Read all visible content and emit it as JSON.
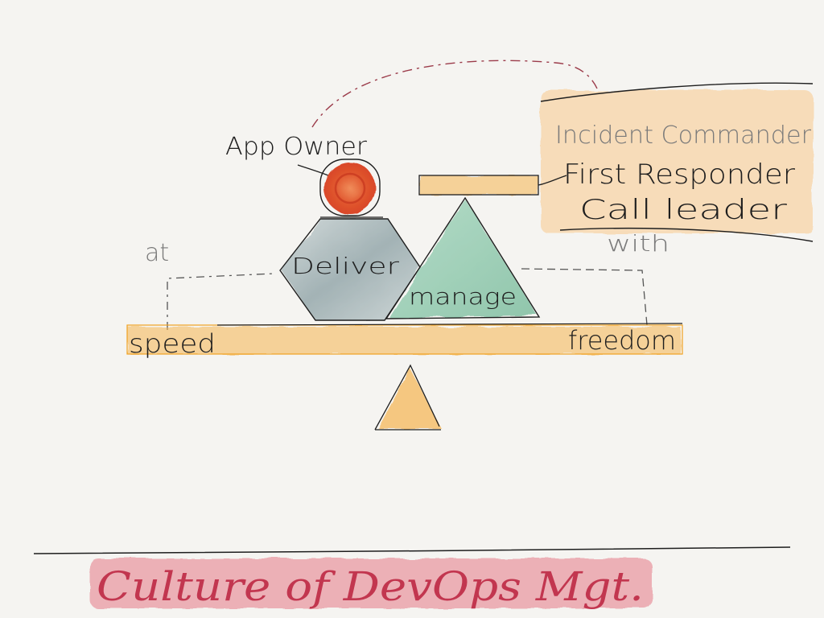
{
  "labels": {
    "app_owner": "App Owner",
    "incident_commander": "Incident Commander",
    "first_responder": "First Responder",
    "call_leader": "Call leader",
    "deliver": "Deliver",
    "manage": "manage",
    "speed": "speed",
    "freedom": "freedom",
    "at": "at",
    "with": "with",
    "title": "Culture of DevOps Mgt."
  },
  "colors": {
    "ink": "#1e1e1e",
    "orange_wash": "#f5b551",
    "peach_wash": "#f8d8b0",
    "app_owner_red": "#e0552d",
    "deliver_gray": "#9fb0b3",
    "manage_green": "#8ec9ad",
    "title_pink": "#eaa0a8",
    "title_text": "#c2364f",
    "dashed_red": "#9b3b4a",
    "dashed_gray": "#555555"
  }
}
